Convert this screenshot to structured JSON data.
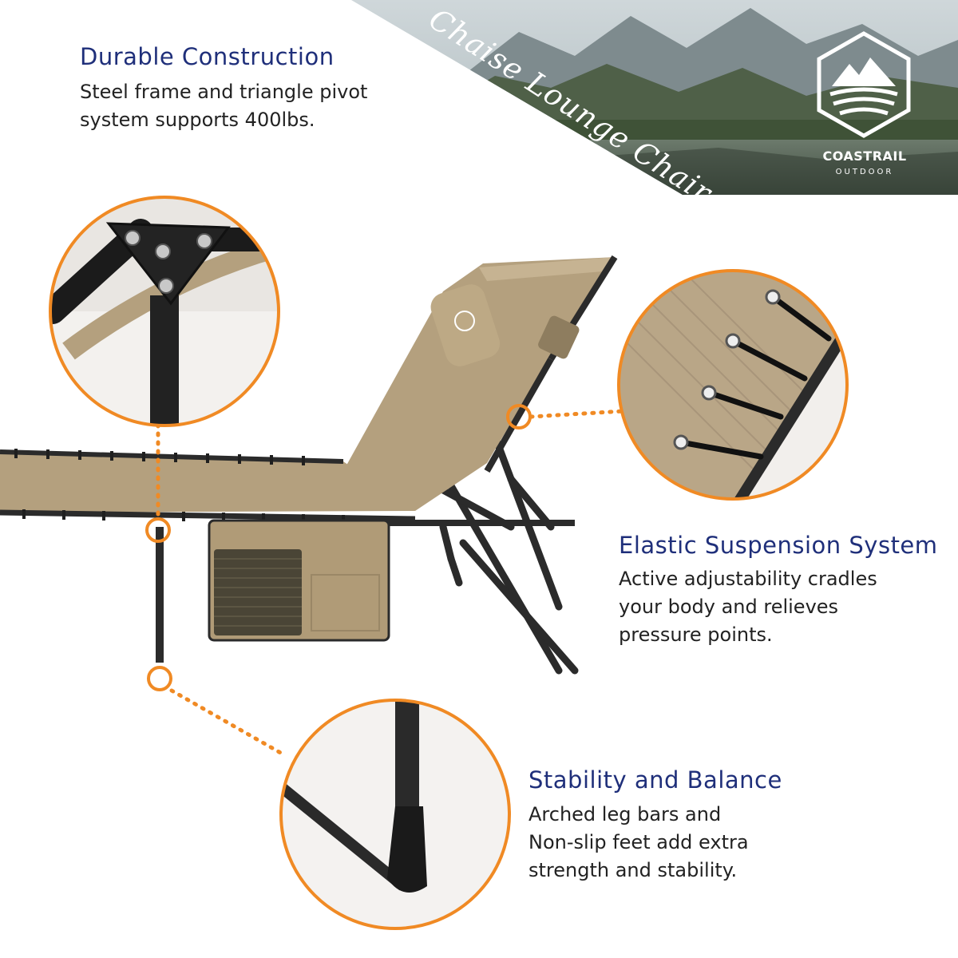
{
  "banner": {
    "title": "Chaise Lounge Chair"
  },
  "brand": {
    "name": "COASTRAIL",
    "sub": "OUTDOOR"
  },
  "features": [
    {
      "title": "Durable Construction",
      "lines": [
        "Steel frame and triangle pivot",
        "system supports 400lbs."
      ]
    },
    {
      "title": "Elastic Suspension System",
      "lines": [
        "Active adjustability cradles",
        "your body and relieves",
        "pressure points."
      ]
    },
    {
      "title": "Stability and Balance",
      "lines": [
        "Arched leg bars and",
        "Non-slip feet add extra",
        "strength and stability."
      ]
    }
  ],
  "colors": {
    "accent": "#f08a24",
    "title": "#1f2f7a",
    "fabric": "#b4a07e",
    "frame": "#2b2b2b"
  }
}
